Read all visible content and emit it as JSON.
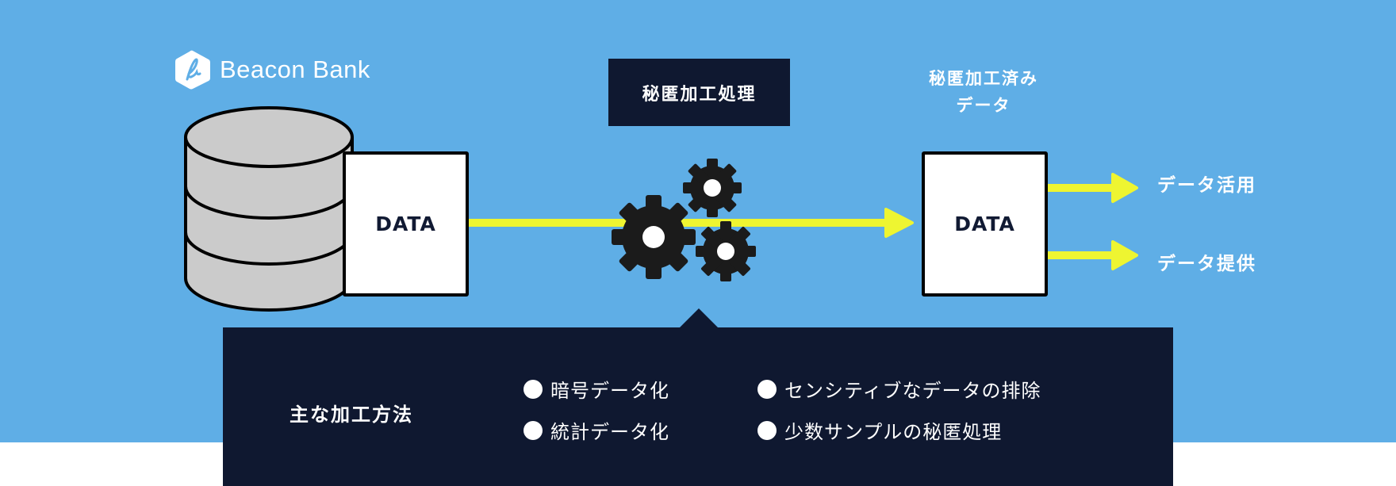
{
  "brand": {
    "name": "Beacon Bank"
  },
  "source": {
    "box_label": "DATA"
  },
  "process": {
    "title": "秘匿加工処理"
  },
  "output": {
    "title_line1": "秘匿加工済み",
    "title_line2": "データ",
    "box_label": "DATA"
  },
  "uses": [
    {
      "label": "データ活用"
    },
    {
      "label": "データ提供"
    }
  ],
  "methods": {
    "title": "主な加工方法",
    "items": [
      {
        "label": "暗号データ化"
      },
      {
        "label": "統計データ化"
      },
      {
        "label": "センシティブなデータの排除"
      },
      {
        "label": "少数サンプルの秘匿処理"
      }
    ]
  },
  "colors": {
    "background": "#5faee6",
    "panel": "#0f1830",
    "arrow": "#eef531"
  }
}
